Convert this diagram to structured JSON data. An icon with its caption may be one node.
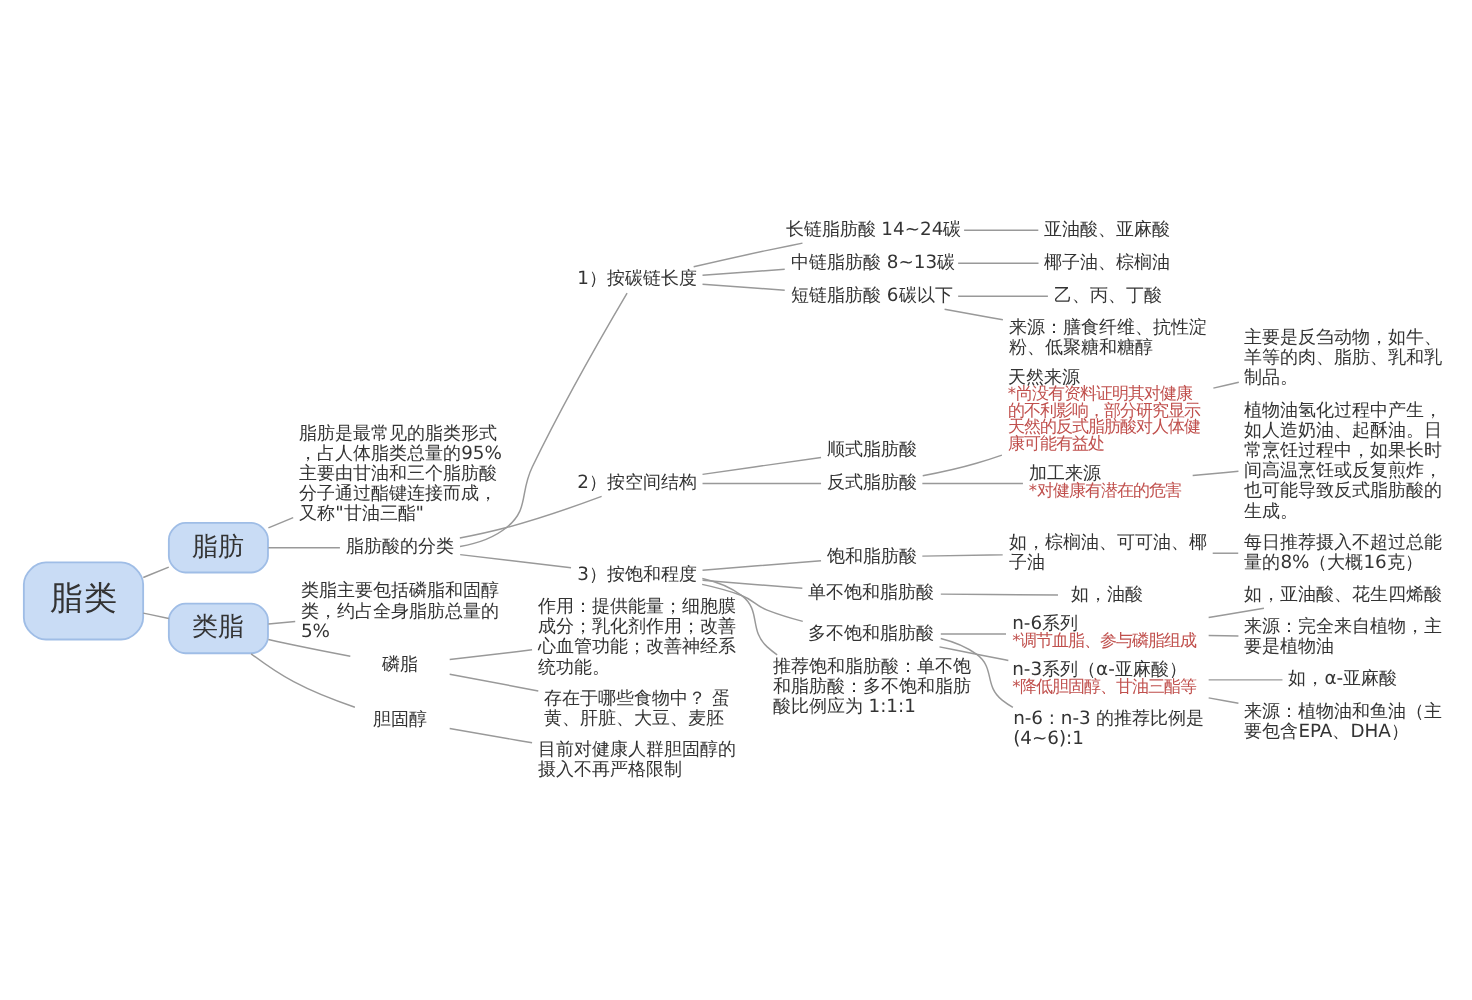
{
  "diagram": {
    "nodes": [
      {
        "text": [
          "脂类"
        ]
      },
      {
        "text": [
          "脂肪"
        ]
      },
      {
        "text": [
          "脂肪是最常见的脂类形式，占人体脂类总量的95%",
          "主要由甘油和三个脂肪酸分子通过酯键连接而成，又称\"甘油三酯\""
        ]
      },
      {
        "text": [
          "脂肪酸的分类"
        ]
      },
      {
        "text": [
          "1）按碳链长度"
        ]
      },
      {
        "text": [
          "长链脂肪酸 14~24碳"
        ]
      },
      {
        "text": [
          "亚油酸、亚麻酸"
        ]
      },
      {
        "text": [
          "中链脂肪酸 8~13碳"
        ]
      },
      {
        "text": [
          "椰子油、棕榈油"
        ]
      },
      {
        "text": [
          "短链脂肪酸 6碳以下"
        ]
      },
      {
        "text": [
          "乙、丙、丁酸"
        ]
      },
      {
        "text": [
          "来源：膳食纤维、抗性淀粉、低聚糖和糖醇"
        ]
      },
      {
        "text": [
          "2）按空间结构"
        ]
      },
      {
        "text": [
          "顺式脂肪酸"
        ]
      },
      {
        "text": [
          "反式脂肪酸"
        ]
      },
      {
        "text": [
          "天然来源",
          "*尚没有资料证明其对健康的不利影响，部分研究显示天然的反式脂肪酸对人体健康可能有益处"
        ]
      },
      {
        "text": [
          "主要是反刍动物，如牛、羊等的肉、脂肪、乳和乳制品。"
        ]
      },
      {
        "text": [
          "加工来源",
          "*对健康有潜在的危害"
        ]
      },
      {
        "text": [
          "植物油氢化过程中产生，如人造奶油、起酥油。日常烹饪过程中，如果长时间高温烹饪或反复煎炸，也可能导致反式脂肪酸的生成。"
        ]
      },
      {
        "text": [
          "3）按饱和程度"
        ]
      },
      {
        "text": [
          "饱和脂肪酸"
        ]
      },
      {
        "text": [
          "如，棕榈油、可可油、椰子油"
        ]
      },
      {
        "text": [
          "每日推荐摄入不超过总能量的8%（大概16克）"
        ]
      },
      {
        "text": [
          "单不饱和脂肪酸"
        ]
      },
      {
        "text": [
          "如，油酸"
        ]
      },
      {
        "text": [
          "多不饱和脂肪酸"
        ]
      },
      {
        "text": [
          "n-6系列",
          "*调节血脂、参与磷脂组成"
        ]
      },
      {
        "text": [
          "如，亚油酸、花生四烯酸"
        ]
      },
      {
        "text": [
          "来源：完全来自植物，主要是植物油"
        ]
      },
      {
        "text": [
          "n-3系列（α-亚麻酸）",
          "*降低胆固醇、甘油三酯等"
        ]
      },
      {
        "text": [
          "如，α-亚麻酸"
        ]
      },
      {
        "text": [
          "来源：植物油和鱼油（主要包含EPA、DHA）"
        ]
      },
      {
        "text": [
          "n-6 : n-3 的推荐比例是 (4~6):1"
        ]
      },
      {
        "text": [
          "推荐饱和脂肪酸：单不饱和脂肪酸：多不饱和脂肪酸比例应为 1:1:1"
        ]
      },
      {
        "text": [
          "类脂"
        ]
      },
      {
        "text": [
          "类脂主要包括磷脂和固醇类，约占全身脂肪总量的5%"
        ]
      },
      {
        "text": [
          "磷脂"
        ]
      },
      {
        "text": [
          "作用：提供能量；细胞膜成分；乳化剂作用；改善心血管功能；改善神经系统功能。"
        ]
      },
      {
        "text": [
          "存在于哪些食物中？ 蛋黄、肝脏、大豆、麦胚"
        ]
      },
      {
        "text": [
          "胆固醇"
        ]
      },
      {
        "text": [
          "目前对健康人群胆固醇的摄入不再严格限制"
        ]
      }
    ],
    "edges": [
      {
        "from": 0,
        "to": 1,
        "arrow": "none"
      },
      {
        "from": 1,
        "to": 2,
        "arrow": "none"
      },
      {
        "from": 1,
        "to": 3,
        "arrow": "none"
      },
      {
        "from": 3,
        "to": 4,
        "arrow": "none"
      },
      {
        "from": 4,
        "to": 5,
        "arrow": "none"
      },
      {
        "from": 5,
        "to": 6,
        "arrow": "none"
      },
      {
        "from": 4,
        "to": 7,
        "arrow": "none"
      },
      {
        "from": 7,
        "to": 8,
        "arrow": "none"
      },
      {
        "from": 4,
        "to": 9,
        "arrow": "none"
      },
      {
        "from": 9,
        "to": 10,
        "arrow": "none"
      },
      {
        "from": 9,
        "to": 11,
        "arrow": "none"
      },
      {
        "from": 3,
        "to": 12,
        "arrow": "none"
      },
      {
        "from": 12,
        "to": 13,
        "arrow": "none"
      },
      {
        "from": 12,
        "to": 14,
        "arrow": "none"
      },
      {
        "from": 14,
        "to": 15,
        "arrow": "none"
      },
      {
        "from": 15,
        "to": 16,
        "arrow": "none"
      },
      {
        "from": 14,
        "to": 17,
        "arrow": "none"
      },
      {
        "from": 17,
        "to": 18,
        "arrow": "none"
      },
      {
        "from": 3,
        "to": 19,
        "arrow": "none"
      },
      {
        "from": 19,
        "to": 20,
        "arrow": "none"
      },
      {
        "from": 20,
        "to": 21,
        "arrow": "none"
      },
      {
        "from": 21,
        "to": 22,
        "arrow": "none"
      },
      {
        "from": 19,
        "to": 23,
        "arrow": "none"
      },
      {
        "from": 23,
        "to": 24,
        "arrow": "none"
      },
      {
        "from": 19,
        "to": 25,
        "arrow": "none"
      },
      {
        "from": 25,
        "to": 26,
        "arrow": "none"
      },
      {
        "from": 26,
        "to": 27,
        "arrow": "none"
      },
      {
        "from": 26,
        "to": 28,
        "arrow": "none"
      },
      {
        "from": 25,
        "to": 29,
        "arrow": "none"
      },
      {
        "from": 29,
        "to": 30,
        "arrow": "none"
      },
      {
        "from": 29,
        "to": 31,
        "arrow": "none"
      },
      {
        "from": 25,
        "to": 32,
        "arrow": "none"
      },
      {
        "from": 19,
        "to": 33,
        "arrow": "none"
      },
      {
        "from": 0,
        "to": 34,
        "arrow": "none"
      },
      {
        "from": 34,
        "to": 35,
        "arrow": "none"
      },
      {
        "from": 34,
        "to": 36,
        "arrow": "none"
      },
      {
        "from": 36,
        "to": 37,
        "arrow": "none"
      },
      {
        "from": 36,
        "to": 38,
        "arrow": "none"
      },
      {
        "from": 34,
        "to": 39,
        "arrow": "none"
      },
      {
        "from": 39,
        "to": 40,
        "arrow": "none"
      }
    ]
  }
}
